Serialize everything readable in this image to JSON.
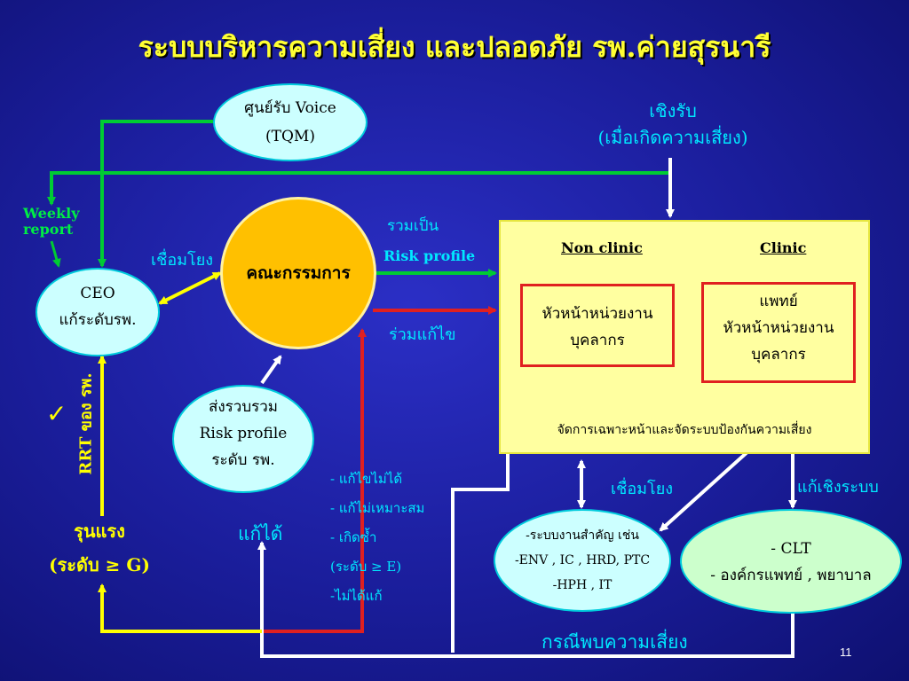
{
  "title": "ระบบบริหารความเสี่ยง และปลอดภัย รพ.ค่ายสุรนารี",
  "voice_center": {
    "line1": "ศูนย์รับ Voice",
    "line2": "(TQM)"
  },
  "reactive": {
    "line1": "เชิงรับ",
    "line2": "(เมื่อเกิดความเสี่ยง)"
  },
  "weekly_report": {
    "line1": "Weekly",
    "line2": "report"
  },
  "ceo": {
    "line1": "CEO",
    "line2": "แก้ระดับรพ."
  },
  "link_label_left": "เชื่อมโยง",
  "committee": "คณะกรรมการ",
  "combine": {
    "line1": "รวมเป็น",
    "line2": "Risk profile"
  },
  "joint_fix": "ร่วมแก้ไข",
  "non_clinic": {
    "header": "Non  clinic",
    "line1": "หัวหน้าหน่วยงาน",
    "line2": "บุคลากร"
  },
  "clinic": {
    "header": "Clinic",
    "line1": "แพทย์",
    "line2": "หัวหน้าหน่วยงาน",
    "line3": "บุคลากร"
  },
  "manage_text": "จัดการเฉพาะหน้าและจัดระบบป้องกันความเสี่ยง",
  "send_profile": {
    "line1": "ส่งรวบรวม",
    "line2": "Risk profile",
    "line3": "ระดับ รพ."
  },
  "rrt": "RRT ของ รพ.",
  "check_mark": "✓",
  "severe": {
    "line1": "รุนแรง",
    "line2": "(ระดับ ≥ G)"
  },
  "can_fix": "แก้ได้",
  "issues": [
    "- แก้ไขไม่ได้",
    "- แก้ไม่เหมาะสม",
    "- เกิดซ้ำ",
    " (ระดับ ≥ E)",
    "-ไม่ได้แก้"
  ],
  "link_label_bottom": "เชื่อมโยง",
  "system_fix": "แก้เชิงระบบ",
  "systems": {
    "line1": "-ระบบงานสำคัญ  เช่น",
    "line2": "-ENV , IC , HRD, PTC",
    "line3": "-HPH , IT"
  },
  "clt": {
    "line1": "- CLT",
    "line2": "- องค์กรแพทย์ , พยาบาล"
  },
  "risk_found": "กรณีพบความเสี่ยง",
  "page_number": "11",
  "colors": {
    "title": "#ffff33",
    "label": "#00e8ff",
    "green_line": "#00cc33",
    "red_line": "#e02020",
    "yellow_line": "#ffff00",
    "committee": "#ffc000"
  }
}
